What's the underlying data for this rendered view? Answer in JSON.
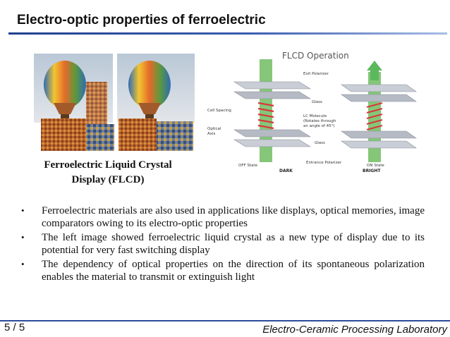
{
  "slide": {
    "title": "Electro-optic properties of ferroelectric",
    "caption_line1": "Ferroelectric Liquid Crystal",
    "caption_line2": "Display (FLCD)"
  },
  "diagram": {
    "title": "FLCD Operation",
    "exit_polarizer": "Exit Polarizer",
    "glass_top": "Glass",
    "cell_spacing": "Cell Spacing",
    "lc_molecule_1": "LC Molecule",
    "lc_molecule_2": "(Rotates through",
    "lc_molecule_3": "an angle of 45°)",
    "optical_axis_1": "Optical",
    "optical_axis_2": "Axis",
    "glass_bottom": "Glass",
    "off_state": "OFF State",
    "entrance_polarizer": "Entrance Polarizer",
    "on_state": "ON State",
    "dark": "DARK",
    "bright": "BRIGHT"
  },
  "bullets": [
    "Ferroelectric materials are also used in applications like displays, optical memories, image comparators owing to its electro-optic properties",
    "The left image showed ferroelectric liquid crystal as a new type of display due to its potential for very fast switching display",
    "The dependency of optical properties on the direction of its spontaneous polarization enables the material to transmit or extinguish light"
  ],
  "bullet_symbol": "•",
  "footer": {
    "page": "5 / 5",
    "lab": "Electro-Ceramic Processing Laboratory"
  },
  "colors": {
    "title_rule": "#1f3f8f",
    "footer_rule": "#2c4a9a",
    "light_beam": "#5cb85c",
    "lc_molecule": "#d9383a"
  }
}
